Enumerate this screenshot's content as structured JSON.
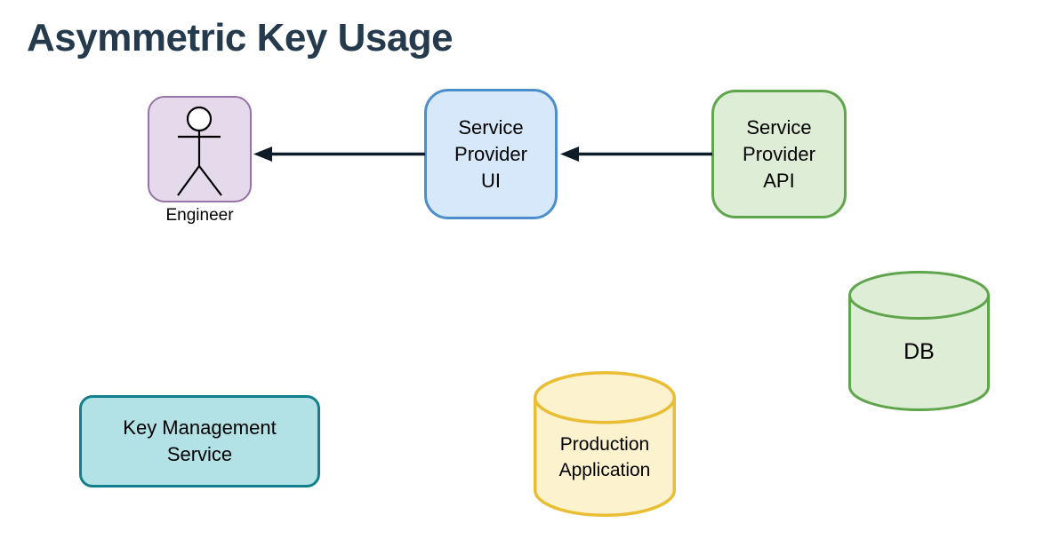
{
  "title": "Asymmetric Key Usage",
  "palette": {
    "title_text": "#253B4D",
    "label_text": "#000000",
    "arrow": "#0E1B29",
    "purple_fill": "#E5D9EC",
    "purple_stroke": "#9673A6",
    "blue_fill": "#D6E8FA",
    "blue_stroke": "#4C8ECB",
    "green_fill": "#DDEDD6",
    "green_stroke": "#5EA54C",
    "teal_fill": "#B3E2E6",
    "teal_stroke": "#12808C",
    "yellow_fill": "#FCF2CE",
    "yellow_stroke": "#E9BE35"
  },
  "nodes": {
    "engineer": {
      "label": "Engineer",
      "shape": "actor",
      "icon": "person-icon"
    },
    "service_provider_ui": {
      "label": "Service\nProvider\nUI",
      "shape": "rounded-rect"
    },
    "service_provider_api": {
      "label": "Service\nProvider\nAPI",
      "shape": "rounded-rect"
    },
    "db": {
      "label": "DB",
      "shape": "cylinder"
    },
    "key_management_service": {
      "label": "Key Management\nService",
      "shape": "rounded-rect"
    },
    "production_application": {
      "label": "Production\nApplication",
      "shape": "cylinder"
    }
  },
  "edges": [
    {
      "from": "Service Provider UI",
      "to": "Engineer",
      "style": "solid",
      "arrowhead": "filled-triangle"
    },
    {
      "from": "Service Provider API",
      "to": "Service Provider UI",
      "style": "solid",
      "arrowhead": "filled-triangle"
    }
  ]
}
